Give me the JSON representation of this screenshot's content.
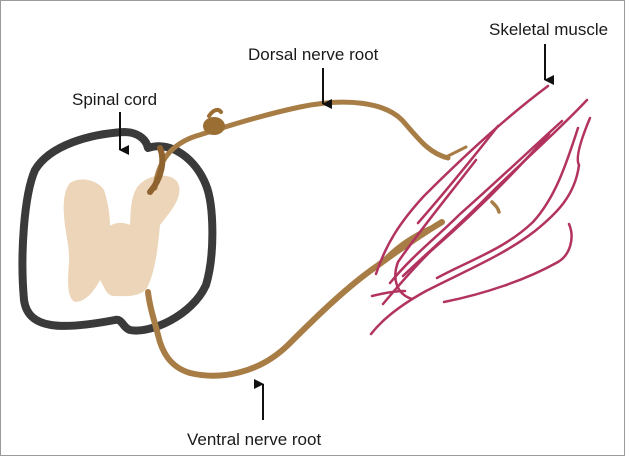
{
  "labels": {
    "spinal_cord": "Spinal cord",
    "dorsal_nerve_root": "Dorsal nerve root",
    "skeletal_muscle": "Skeletal muscle",
    "ventral_nerve_root": "Ventral nerve root"
  },
  "colors": {
    "spinal_cord_outline": "#3a3a3a",
    "grey_matter": "#ecd5b8",
    "nerve": "#a87d45",
    "ganglion": "#9b6e34",
    "muscle": "#b2335f",
    "arrow": "#111111",
    "frame": "#9a9a9a"
  },
  "icons": {
    "pointer": "down-arrow-icon"
  }
}
